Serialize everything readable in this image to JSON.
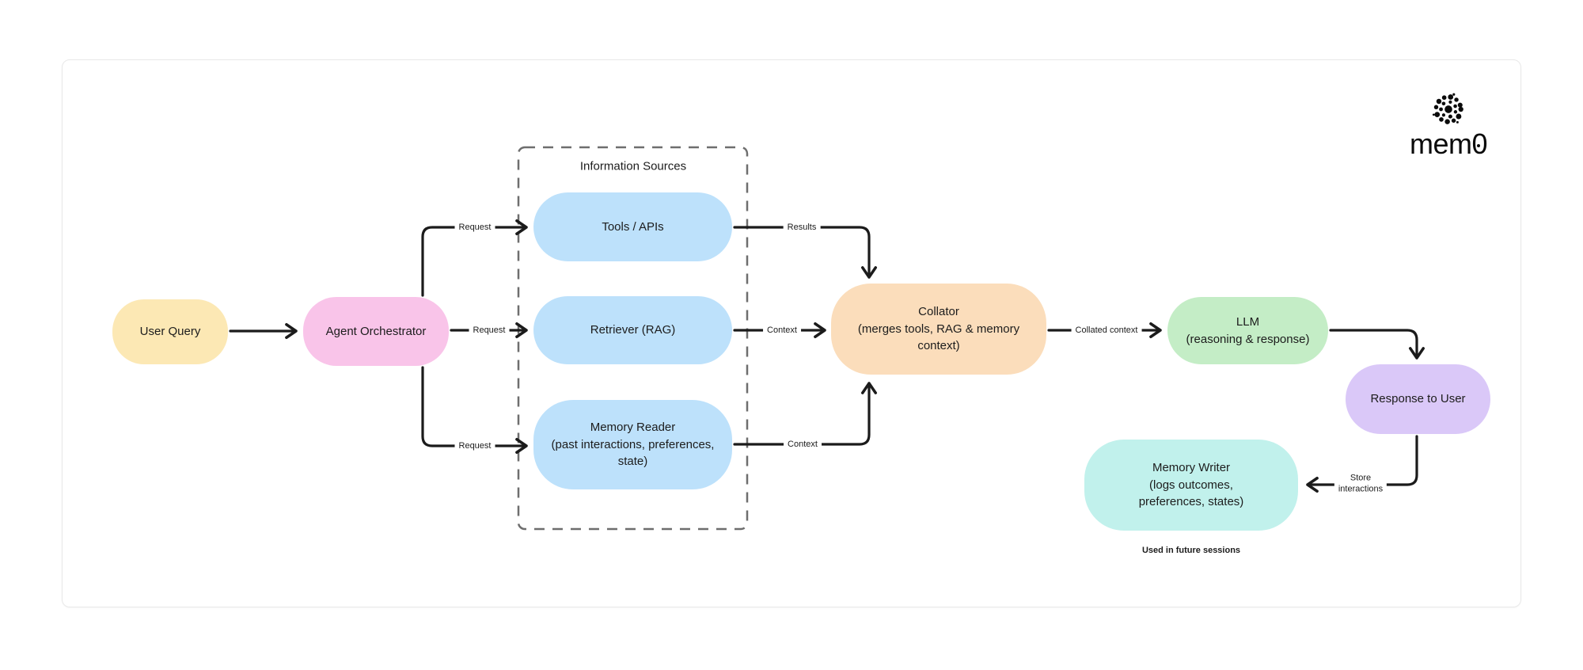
{
  "logo": {
    "text": "mem0",
    "icon": "dot-cluster-icon"
  },
  "colors": {
    "arrow": "#1b1b1b",
    "dashed_border": "#6e6e6e",
    "text": "#1c1c1c",
    "card_border": "#e8e8e8",
    "node_user_query": "#fce8b4",
    "node_agent_orchestrator": "#f9c4e9",
    "node_info_source": "#bde1fb",
    "node_collator": "#fbddbb",
    "node_llm": "#c4edc6",
    "node_response_to_user": "#dac8f8",
    "node_memory_writer": "#c1f1ec"
  },
  "diagram": {
    "group": {
      "title": "Information Sources"
    },
    "nodes": {
      "user_query": {
        "label": "User Query"
      },
      "agent_orchestrator": {
        "label": "Agent Orchestrator"
      },
      "tools_apis": {
        "label": "Tools / APIs"
      },
      "retriever": {
        "label": "Retriever (RAG)"
      },
      "memory_reader": {
        "label": "Memory Reader\n(past interactions, preferences,\nstate)"
      },
      "collator": {
        "label": "Collator\n(merges tools, RAG & memory\ncontext)"
      },
      "llm": {
        "label": "LLM\n(reasoning & response)"
      },
      "response_to_user": {
        "label": "Response to User"
      },
      "memory_writer": {
        "label": "Memory Writer\n(logs outcomes,\npreferences, states)"
      }
    },
    "edge_labels": {
      "request_tools": "Request",
      "request_retriever": "Request",
      "request_memory": "Request",
      "results": "Results",
      "context_retriever": "Context",
      "context_memory": "Context",
      "collated_context": "Collated context",
      "store_interactions": "Store\ninteractions"
    },
    "footnote": "Used in future sessions"
  }
}
